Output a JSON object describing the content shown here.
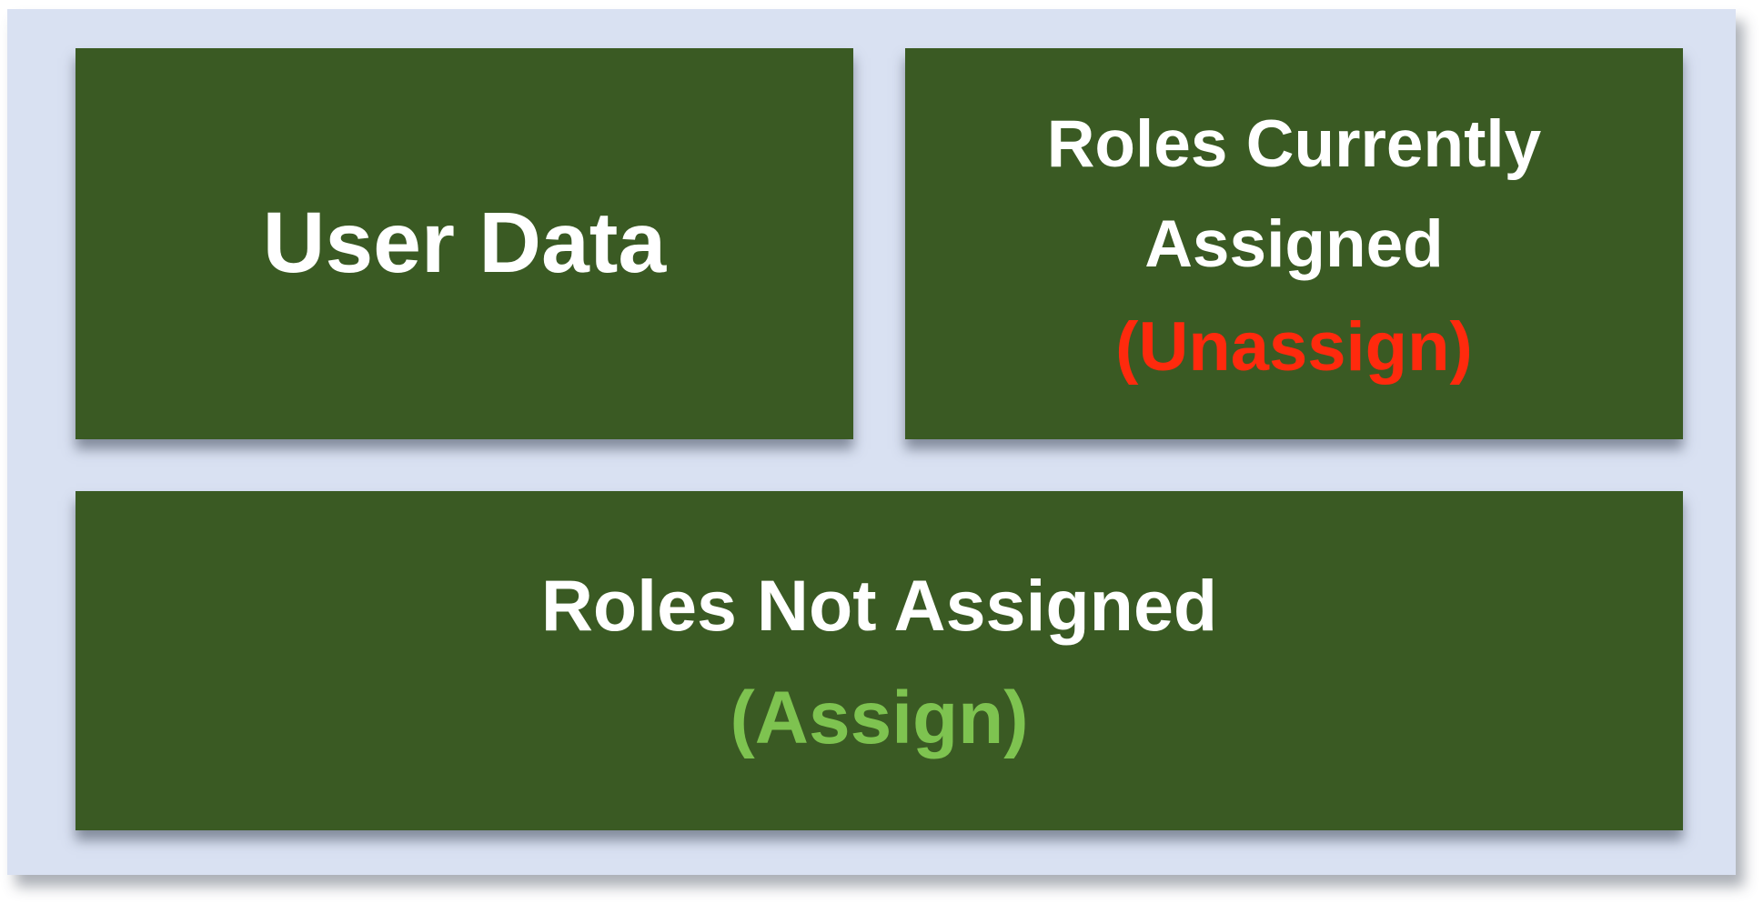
{
  "diagram": {
    "description": "UI region layout diagram with three labeled zones",
    "boxes": {
      "user_data": {
        "label": "User Data"
      },
      "roles_assigned": {
        "title": "Roles Currently Assigned",
        "action": "(Unassign)"
      },
      "roles_not_assigned": {
        "title": "Roles Not Assigned",
        "action": "(Assign)"
      }
    },
    "colors": {
      "page_background": "#ffffff",
      "panel_background": "#d9e1f2",
      "box_background": "#3a5a23",
      "title_text": "#ffffff",
      "unassign_text": "#ff2a0d",
      "assign_text": "#7ec350"
    }
  }
}
